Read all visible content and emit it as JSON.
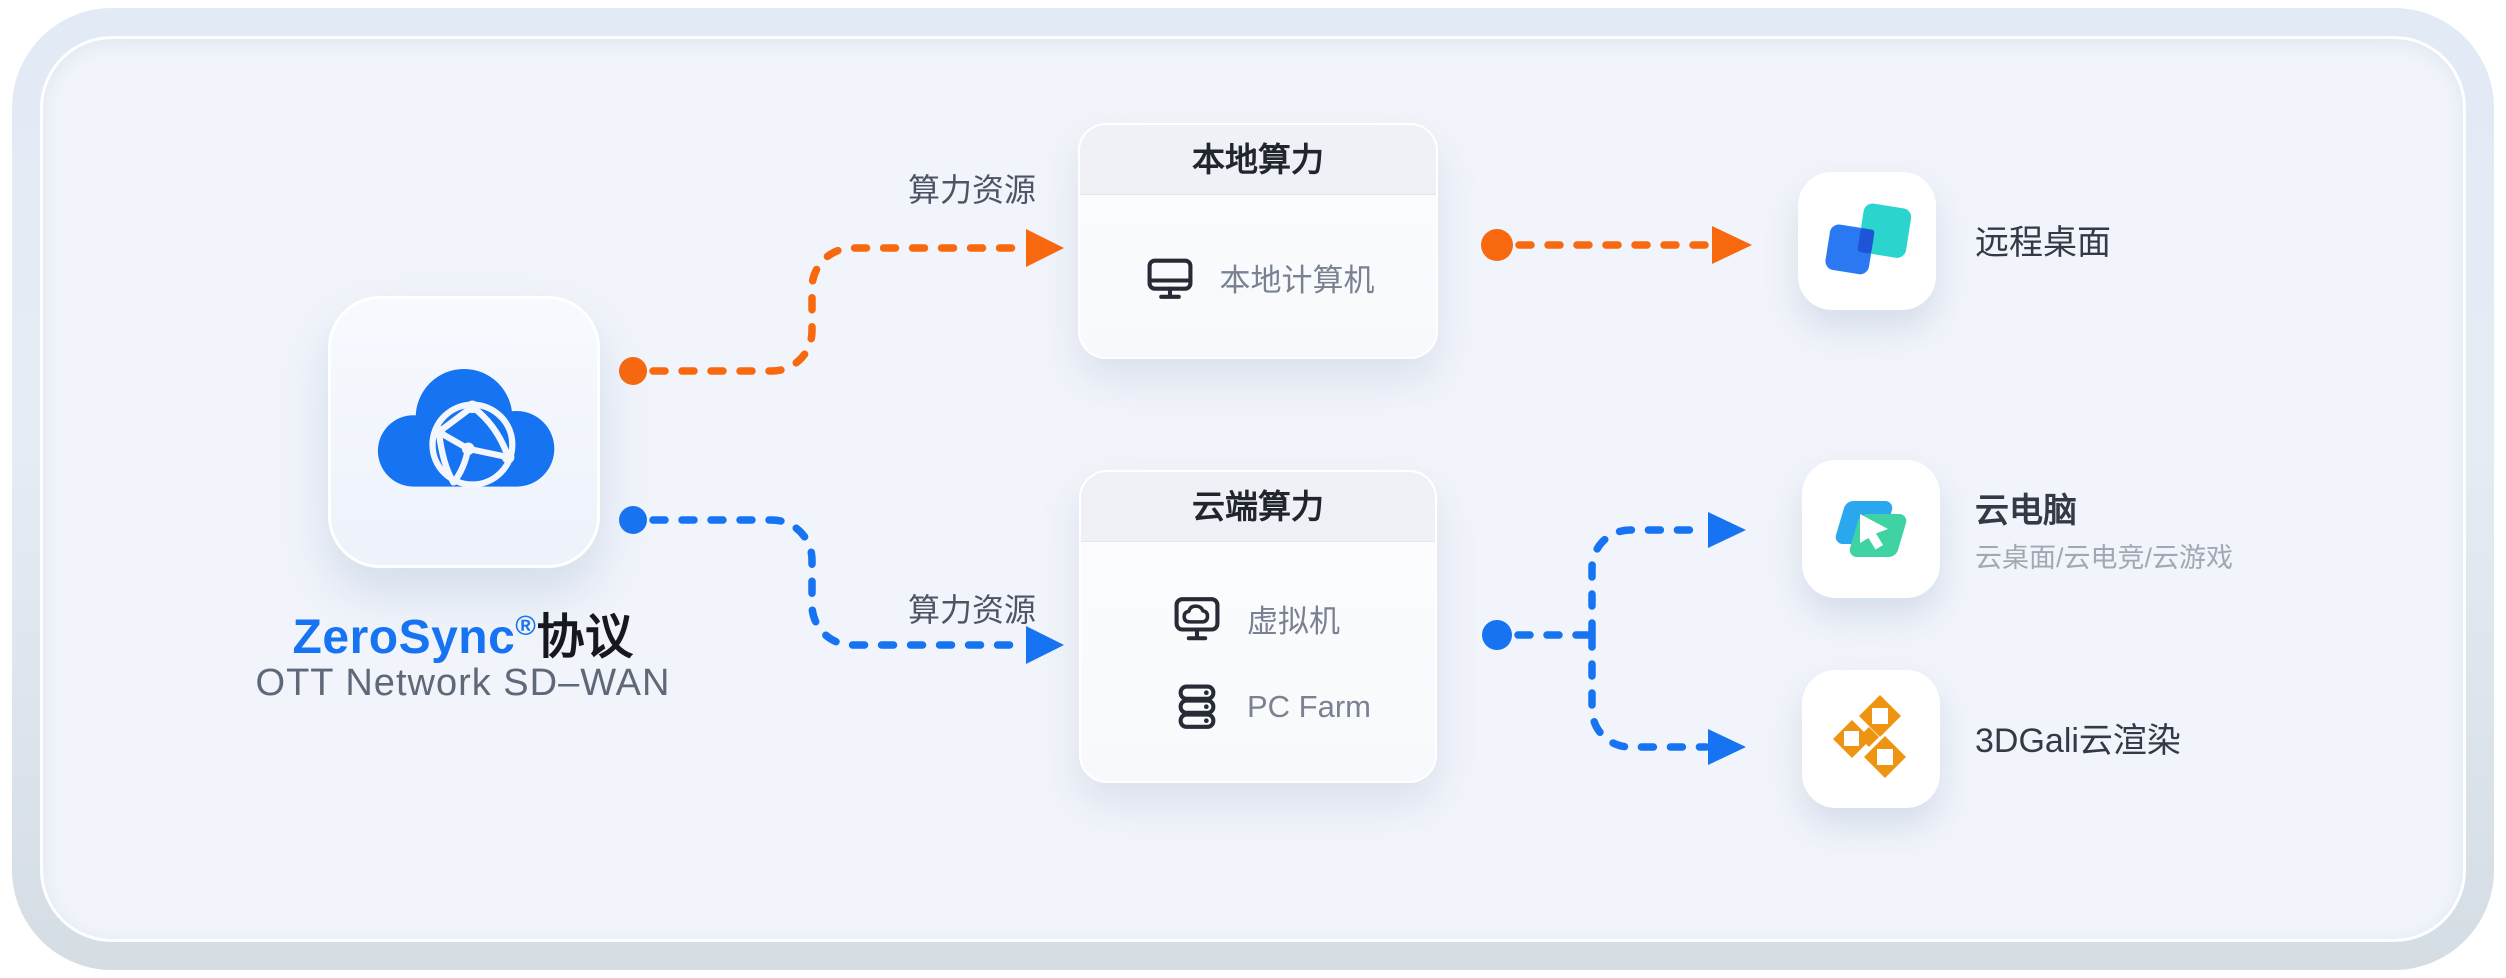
{
  "colors": {
    "blue": "#1673F2",
    "orange": "#F8680F",
    "panel": "#F1F4FA",
    "remote_logo_teal": "#2BD5CE",
    "remote_logo_blue": "#2A79F3",
    "remote_logo_overlap": "#1E55D8",
    "cloudpc_logo_blue": "#2AA7EF",
    "cloudpc_logo_green": "#3FD3A3",
    "gali_logo_orange": "#EE9312"
  },
  "source": {
    "icon": "cloud-network-icon",
    "brand": "ZeroSync",
    "reg": "®",
    "suffix": "协议",
    "subtitle": "OTT Network SD–WAN"
  },
  "flows": {
    "top_label": "算力资源",
    "bottom_label": "算力资源"
  },
  "local_box": {
    "title": "本地算力",
    "items": [
      {
        "icon": "desktop-monitor-icon",
        "label": "本地计算机"
      }
    ]
  },
  "cloud_box": {
    "title": "云端算力",
    "items": [
      {
        "icon": "vm-monitor-cloud-icon",
        "label": "虚拟机"
      },
      {
        "icon": "server-stack-icon",
        "label": "PC Farm"
      }
    ]
  },
  "endpoints": [
    {
      "icon": "remote-desktop-logo",
      "label": "远程桌面",
      "sublabel": ""
    },
    {
      "icon": "cloud-pc-logo",
      "label": "云电脑",
      "sublabel": "云桌面/云电竞/云游戏"
    },
    {
      "icon": "3dgali-logo",
      "label": "3DGali云渲染",
      "sublabel": ""
    }
  ]
}
